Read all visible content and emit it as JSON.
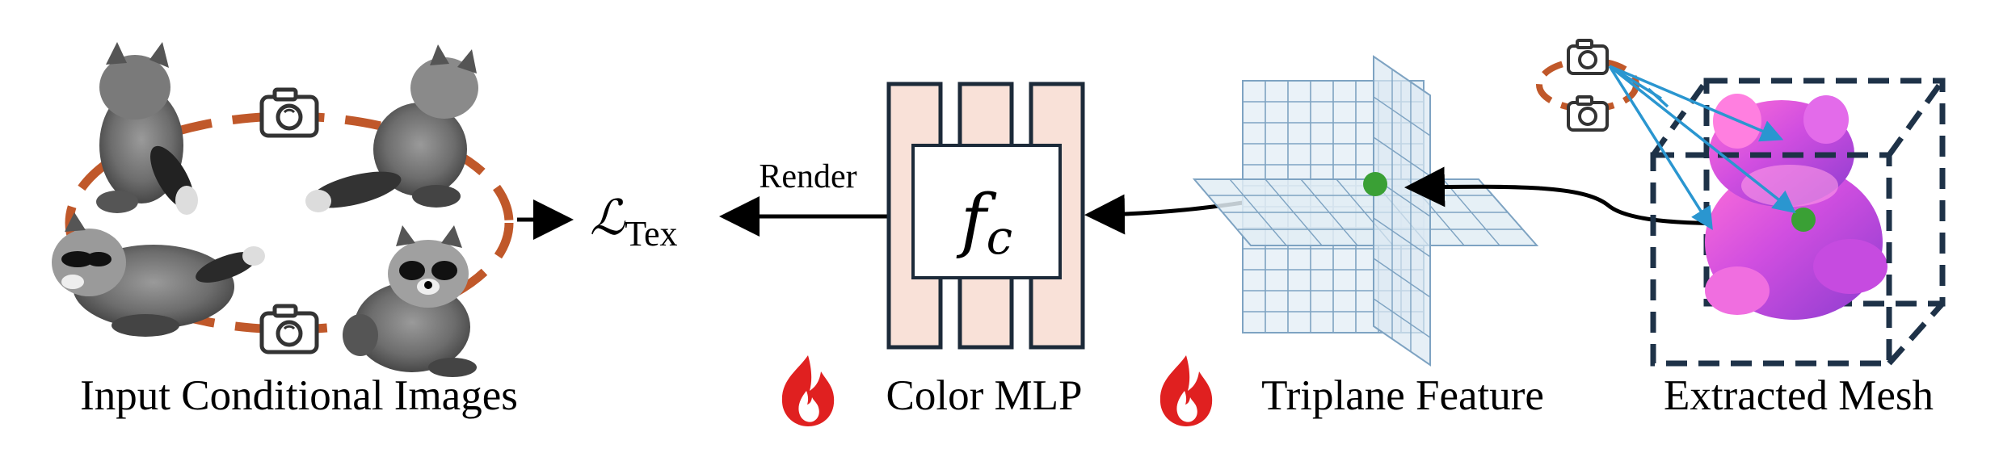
{
  "sections": {
    "input_images": {
      "caption": "Input Conditional Images"
    },
    "loss": {
      "label": "ℒ",
      "subscript": "Tex"
    },
    "render_label": "Render",
    "color_mlp": {
      "symbol": "f",
      "subscript": "c",
      "caption": "Color MLP"
    },
    "triplane": {
      "caption": "Triplane Feature"
    },
    "mesh": {
      "caption": "Extracted Mesh"
    }
  },
  "icons": {
    "camera": "camera-icon",
    "flame": "flame-icon",
    "raccoon": "raccoon-plush-image",
    "point": "sample-point"
  },
  "colors": {
    "orbit": "#c0582a",
    "mlp_fill": "#f9e1d8",
    "mlp_stroke": "#1c2a39",
    "grid_fill": "#eaf2f8",
    "grid_line": "#7ea3c2",
    "ray": "#2a96d0",
    "point": "#3aa035",
    "mesh_box": "#1e3248",
    "flame": "#e02020",
    "arrow": "#000000"
  }
}
